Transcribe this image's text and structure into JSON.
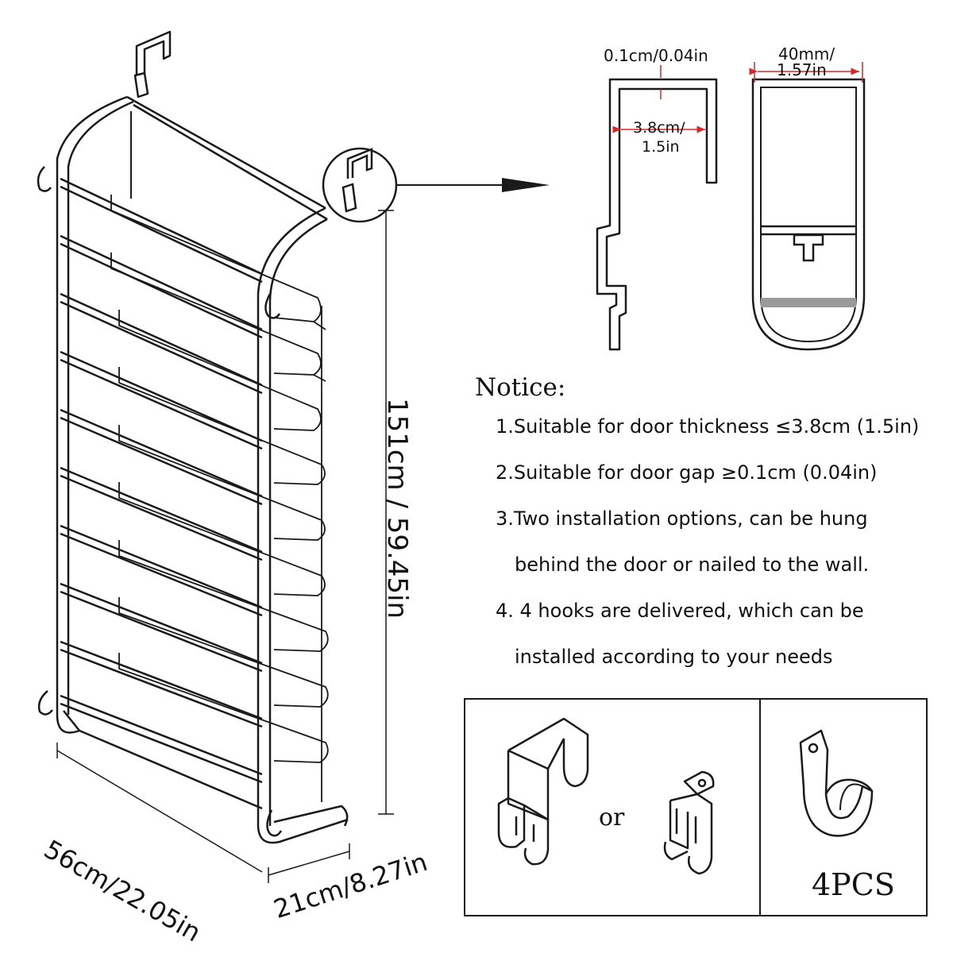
{
  "dimensions": {
    "door_gap": "0.1cm/0.04in",
    "hook_width_top": "40mm/",
    "hook_width_bottom": "1.57in",
    "door_thickness_top": "3.8cm/",
    "door_thickness_bottom": "1.5in",
    "height": "151cm / 59.45in",
    "width": "56cm/22.05in",
    "depth": "21cm/8.27in"
  },
  "notice": {
    "title": "Notice:",
    "items": [
      "1.Suitable for door thickness ≤3.8cm (1.5in)",
      "2.Suitable for door gap ≥0.1cm (0.04in)",
      "3.Two installation options, can be hung",
      "behind the door or nailed to the wall.",
      "4. 4 hooks are delivered, which can be",
      "installed according to your needs"
    ]
  },
  "hooks_panel": {
    "or_label": "or",
    "count_label": "4PCS"
  },
  "colors": {
    "line": "#1a1a1a",
    "dimension_red": "#d9262b",
    "shade": "#9a9a9a"
  }
}
